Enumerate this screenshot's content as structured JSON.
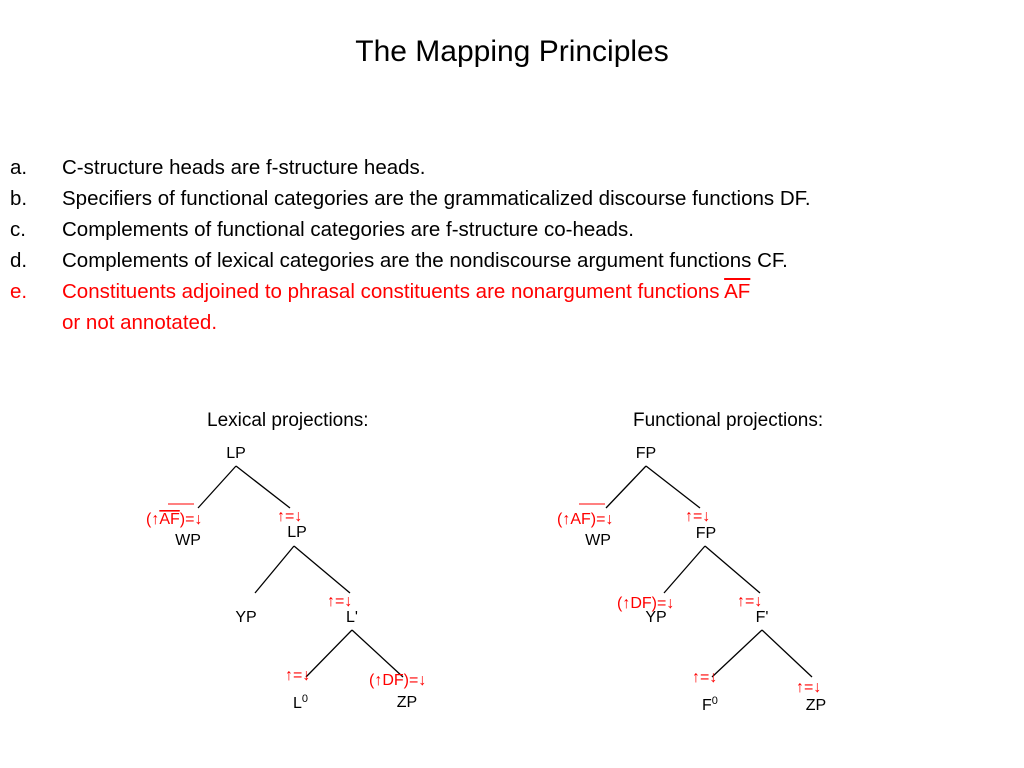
{
  "title": "The Mapping Principles",
  "principles": [
    {
      "letter": "a.",
      "text": "C-structure heads are f-structure heads."
    },
    {
      "letter": "b.",
      "text": "Specifiers of functional categories are the grammaticalized discourse functions DF."
    },
    {
      "letter": "c.",
      "text": "Complements of functional categories are f-structure co-heads."
    },
    {
      "letter": "d.",
      "text": "Complements of lexical categories are the nondiscourse argument functions CF."
    },
    {
      "letter": "e.",
      "text_before": "Constituents adjoined to phrasal constituents are nonargument functions ",
      "text_overlined": "AF",
      "continuation": "or not annotated."
    }
  ],
  "colors": {
    "text": "#000000",
    "highlight": "#ff0000"
  },
  "lexical": {
    "label": "Lexical projections:",
    "nodes": {
      "root": "LP",
      "adjunct": "WP",
      "bar_lp": "LP",
      "spec": "YP",
      "l_bar": "L'",
      "head_base": "L",
      "head_sup": "0",
      "comp": "ZP"
    },
    "annotations": {
      "adjunct": {
        "open": "(",
        "up": "↑",
        "fn": "AF",
        "close": ")",
        "eq": "=",
        "down": "↓"
      },
      "bar_lp": {
        "up": "↑",
        "eq": "=",
        "down": "↓"
      },
      "l_bar": {
        "up": "↑",
        "eq": "=",
        "down": "↓"
      },
      "head": {
        "up": "↑",
        "eq": "=",
        "down": "↓"
      },
      "comp": {
        "open": "(",
        "up": "↑",
        "fn": "DF",
        "close": ")",
        "eq": "=",
        "down": "↓"
      }
    }
  },
  "functional": {
    "label": "Functional projections:",
    "nodes": {
      "root": "FP",
      "adjunct": "WP",
      "bar_fp": "FP",
      "spec": "YP",
      "f_bar": "F'",
      "head_base": "F",
      "head_sup": "0",
      "comp": "ZP"
    },
    "annotations": {
      "adjunct": {
        "open": "(",
        "up": "↑",
        "fn": "AF",
        "close": ")",
        "eq": "=",
        "down": "↓"
      },
      "bar_fp": {
        "up": "↑",
        "eq": "=",
        "down": "↓"
      },
      "spec": {
        "open": "(",
        "up": "↑",
        "fn": "DF",
        "close": ")",
        "eq": "=",
        "down": "↓"
      },
      "f_bar": {
        "up": "↑",
        "eq": "=",
        "down": "↓"
      },
      "head": {
        "up": "↑",
        "eq": "=",
        "down": "↓"
      },
      "comp": {
        "up": "↑",
        "eq": "=",
        "down": "↓"
      }
    }
  }
}
